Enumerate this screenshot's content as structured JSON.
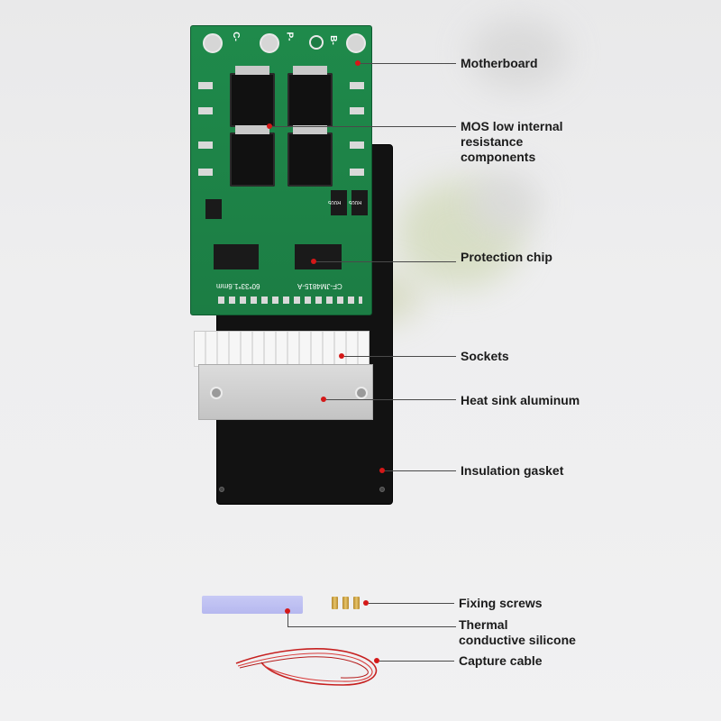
{
  "labels": {
    "motherboard": "Motherboard",
    "mos_line1": "MOS low internal",
    "mos_line2": "resistance",
    "mos_line3": "components",
    "protection_chip": "Protection chip",
    "sockets": "Sockets",
    "heat_sink": "Heat sink aluminum",
    "insulation_gasket": "Insulation gasket",
    "fixing_screws": "Fixing screws",
    "thermal_line1": "Thermal",
    "thermal_line2": "conductive silicone",
    "capture_cable": "Capture cable"
  },
  "board_text": {
    "silkscreen": "CF-JM4815-A",
    "silkscreen2": "60*33*1.6mm",
    "terminal_c": "C-",
    "terminal_p": "P-",
    "terminal_b": "B-",
    "shunt1": "R005",
    "shunt2": "R005"
  },
  "colors": {
    "pcb": "#1f8a4b",
    "callout_dot": "#d41818",
    "gasket": "#121212",
    "silicone": "#b6b8ef"
  }
}
